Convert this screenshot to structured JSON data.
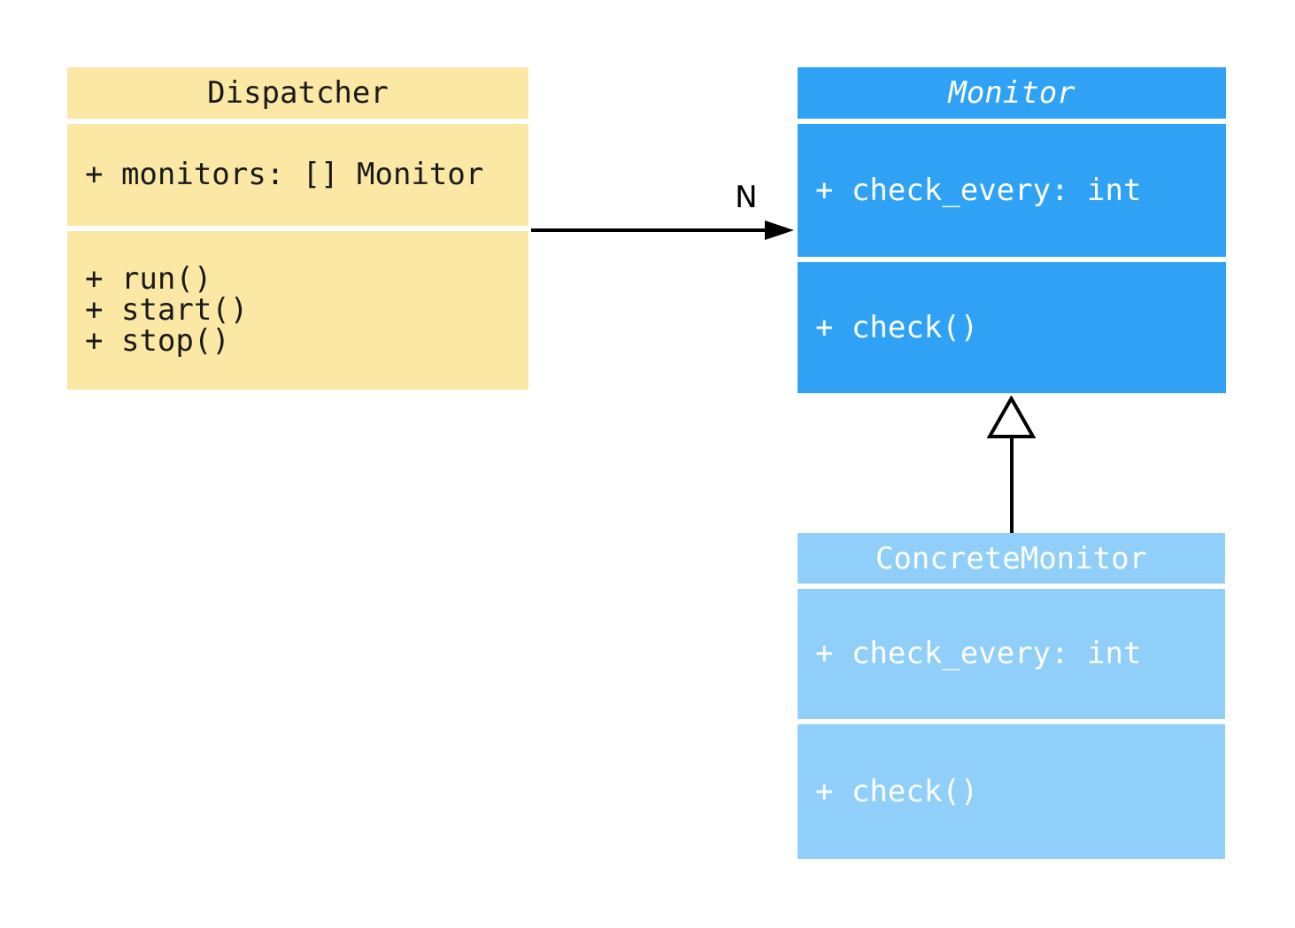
{
  "diagram": {
    "background": "#ffffff",
    "classes": {
      "dispatcher": {
        "title": "Dispatcher",
        "abstract": false,
        "fill": "#fae8a4",
        "text_color": "#1a1a1a",
        "attributes": [
          "+ monitors: [] Monitor"
        ],
        "methods": [
          "+ run()",
          "+ start()",
          "+ stop()"
        ]
      },
      "monitor": {
        "title": "Monitor",
        "abstract": true,
        "fill": "#2fa2f6",
        "text_color": "#ffffff",
        "attributes": [
          "+ check_every: int"
        ],
        "methods": [
          "+ check()"
        ]
      },
      "concrete_monitor": {
        "title": "ConcreteMonitor",
        "abstract": false,
        "fill": "#90cff9",
        "text_color": "#ffffff",
        "attributes": [
          "+ check_every: int"
        ],
        "methods": [
          "+ check()"
        ]
      }
    },
    "relations": {
      "association": {
        "type": "association",
        "from": "Dispatcher",
        "to": "Monitor",
        "multiplicity_label": "N",
        "color": "#000000"
      },
      "generalization": {
        "type": "generalization",
        "from": "ConcreteMonitor",
        "to": "Monitor",
        "color": "#000000"
      }
    }
  }
}
